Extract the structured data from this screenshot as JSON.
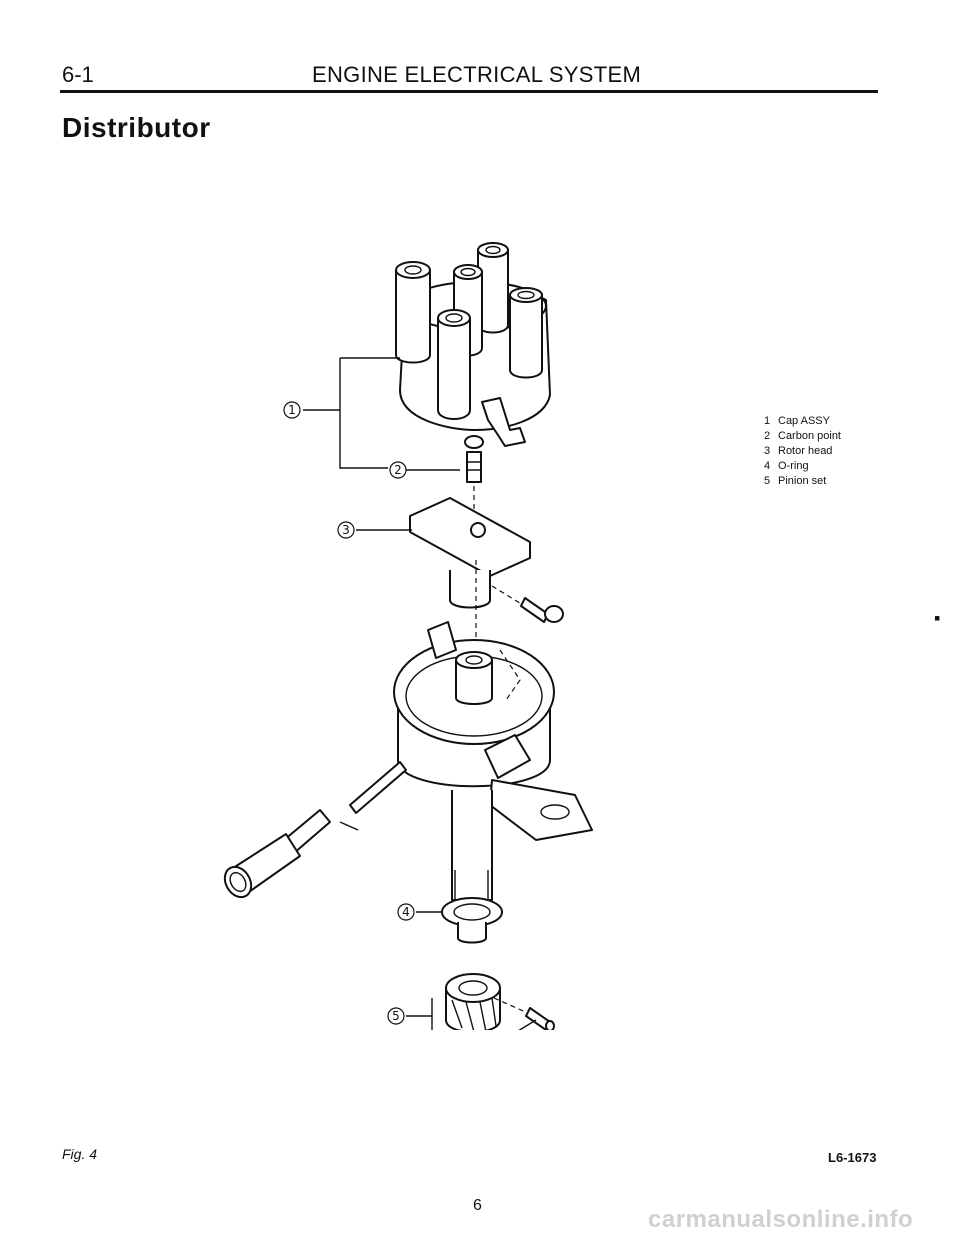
{
  "header": {
    "section_number": "6-1",
    "chapter_title": "ENGINE ELECTRICAL SYSTEM"
  },
  "title": "Distributor",
  "figure": {
    "callouts": [
      "1",
      "2",
      "3",
      "4",
      "5"
    ],
    "legend": [
      {
        "num": "1",
        "label": "Cap ASSY"
      },
      {
        "num": "2",
        "label": "Carbon point"
      },
      {
        "num": "3",
        "label": "Rotor head"
      },
      {
        "num": "4",
        "label": "O-ring"
      },
      {
        "num": "5",
        "label": "Pinion set"
      }
    ],
    "caption": "Fig. 4",
    "drawing_code": "L6-1673"
  },
  "footer": {
    "page_number": "6",
    "watermark": "carmanualsonline.info"
  }
}
